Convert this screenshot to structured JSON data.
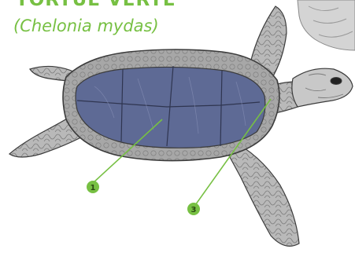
{
  "diagram": {
    "title": "TORTUE VERTE",
    "scientific_name": "(Chelonia mydas)",
    "callouts": [
      {
        "number": "1",
        "target": "carapace-scutes"
      },
      {
        "number": "3",
        "target": "neck-scales"
      }
    ]
  },
  "colors": {
    "accent_green": "#77c043",
    "carapace_blue": "#5e6a95",
    "skin_grey": "#b5b5b5",
    "outline": "#3c3c3c"
  }
}
